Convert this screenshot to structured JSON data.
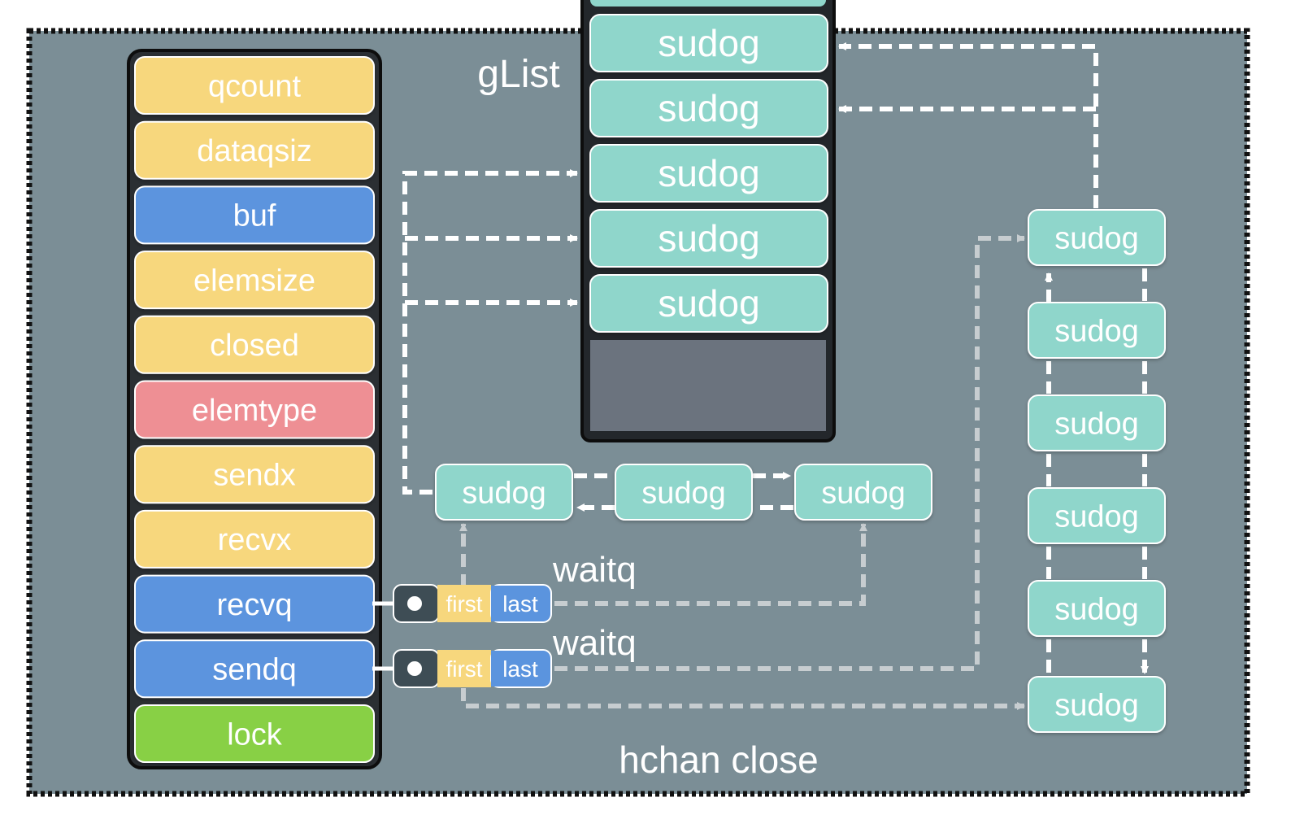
{
  "colors": {
    "background": "#7b8e96",
    "frame": "#111111",
    "yellow": "#f7d77d",
    "blue": "#5b94de",
    "pink": "#ee8f94",
    "green": "#88d045",
    "teal": "#8fd6cb",
    "slot_empty": "#6b737e",
    "dark_cap": "#3e4d55",
    "arrow_white": "#ffffff",
    "arrow_gray": "#c7cdd0"
  },
  "hchan": {
    "fields": [
      {
        "label": "qcount",
        "color": "yellow"
      },
      {
        "label": "dataqsiz",
        "color": "yellow"
      },
      {
        "label": "buf",
        "color": "blue"
      },
      {
        "label": "elemsize",
        "color": "yellow"
      },
      {
        "label": "closed",
        "color": "yellow"
      },
      {
        "label": "elemtype",
        "color": "pink"
      },
      {
        "label": "sendx",
        "color": "yellow"
      },
      {
        "label": "recvx",
        "color": "yellow"
      },
      {
        "label": "recvq",
        "color": "blue"
      },
      {
        "label": "sendq",
        "color": "blue"
      },
      {
        "label": "lock",
        "color": "green"
      }
    ]
  },
  "glist": {
    "title": "gList",
    "items": [
      "sudog",
      "sudog",
      "sudog",
      "sudog",
      "sudog"
    ]
  },
  "recv_queue": {
    "items": [
      "sudog",
      "sudog",
      "sudog"
    ],
    "first_label": "first",
    "last_label": "last",
    "caption": "waitq"
  },
  "send_queue": {
    "items": [
      "sudog",
      "sudog",
      "sudog",
      "sudog",
      "sudog",
      "sudog"
    ],
    "first_label": "first",
    "last_label": "last",
    "caption": "waitq"
  },
  "footer_title": "hchan close"
}
